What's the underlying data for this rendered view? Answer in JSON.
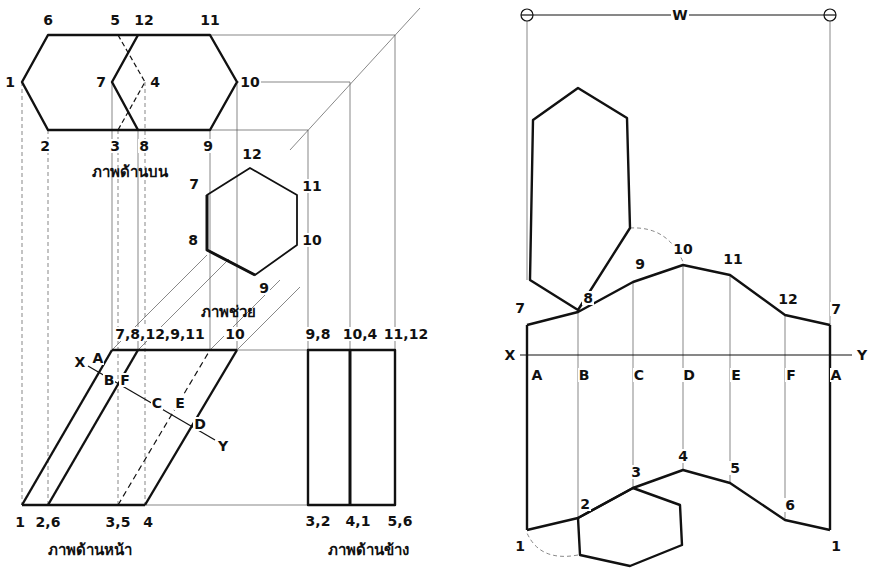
{
  "diagram": {
    "labels": [
      "6",
      "5",
      "12",
      "11",
      "1",
      "7",
      "4",
      "10",
      "2",
      "3",
      "8",
      "9",
      "ภาพด้านบน",
      "12",
      "7",
      "11",
      "8",
      "10",
      "9",
      "ภาพช่วย",
      "7,8,12,9,11",
      "10",
      "X",
      "A",
      "B",
      "F",
      "C",
      "E",
      "D",
      "Y",
      "1",
      "2,6",
      "3,5",
      "4",
      "ภาพด้านหน้า",
      "9,8",
      "10,4",
      "11,12",
      "3,2",
      "4,1",
      "5,6",
      "ภาพด้านข้าง",
      "W",
      "7",
      "8",
      "9",
      "10",
      "11",
      "12",
      "7",
      "X",
      "A",
      "B",
      "C",
      "D",
      "E",
      "F",
      "A",
      "Y",
      "1",
      "2",
      "3",
      "4",
      "5",
      "6",
      "1"
    ]
  }
}
